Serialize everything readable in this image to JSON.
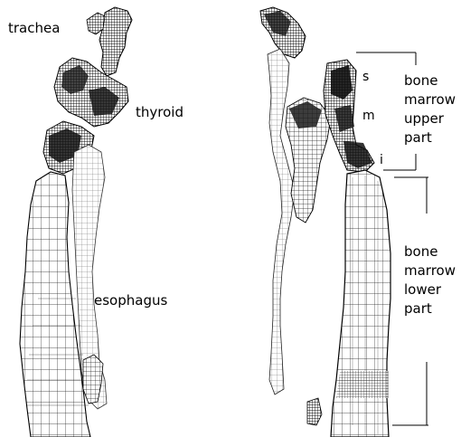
{
  "labels": {
    "trachea": "trachea",
    "thyroid": "thyroid",
    "esophagus": "esophagus",
    "s": "s",
    "m": "m",
    "i": "i",
    "upper": [
      "bone",
      "marrow",
      "upper",
      "part"
    ],
    "lower": [
      "bone",
      "marrow",
      "lower",
      "part"
    ]
  },
  "colors": {
    "mesh_dark": "#111111",
    "mesh_light": "#ffffff",
    "line": "#000000"
  }
}
